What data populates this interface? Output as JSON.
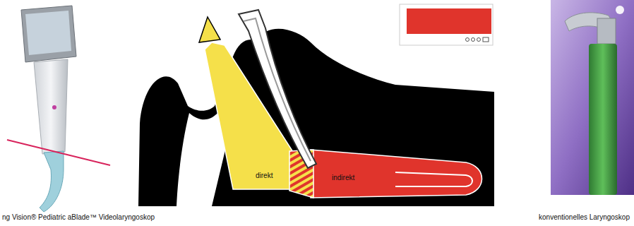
{
  "diagram": {
    "labels": [
      "ng Vision® Pediatric aBlade™ Videolaryngoskop",
      "direkt",
      "indirekt",
      "konventionelles Laryngoskop"
    ]
  }
}
